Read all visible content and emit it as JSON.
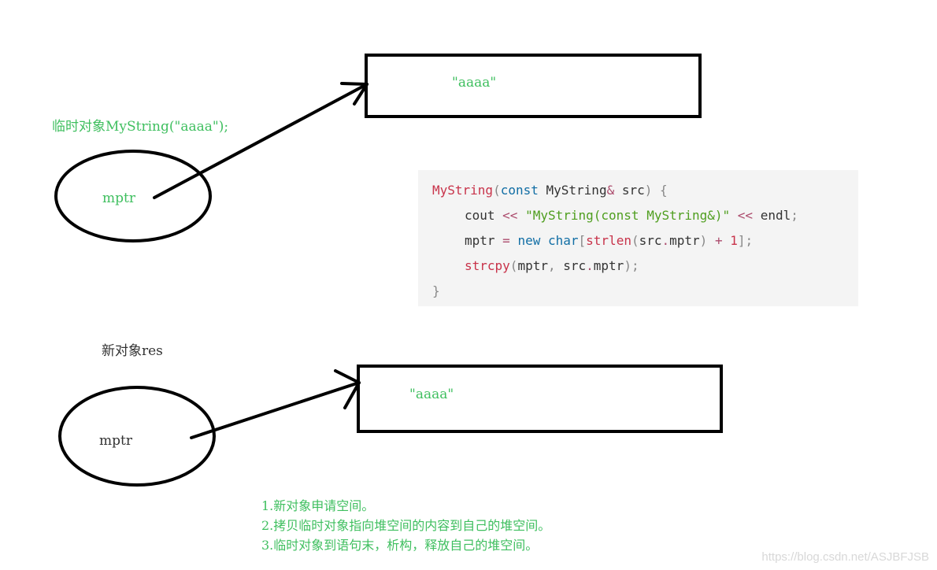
{
  "temp_object": {
    "label": "临时对象MyString(\"aaaa\");",
    "pointer_label": "mptr",
    "heap_content": "\"aaaa\""
  },
  "new_object": {
    "label": "新对象res",
    "pointer_label": "mptr",
    "heap_content": "\"aaaa\""
  },
  "code": {
    "line1": {
      "name": "MyString",
      "paren_open": "(",
      "const": "const",
      "type": " MyString",
      "amp": "&",
      "param": " src",
      "paren_close": ")",
      "brace": " {"
    },
    "line2": {
      "cout": "cout ",
      "op1": "<<",
      "str": " \"MyString(const MyString&)\" ",
      "op2": "<<",
      "endl": " endl",
      "semi": ";"
    },
    "line3": {
      "lhs": "mptr ",
      "eq": "=",
      "new_kw": " new",
      "char_kw": " char",
      "bracket_open": "[",
      "strlen": "strlen",
      "p_open": "(",
      "arg": "src",
      "dot": ".",
      "member": "mptr",
      "p_close": ")",
      "plus": " + ",
      "num": "1",
      "bracket_close": "]",
      "semi": ";"
    },
    "line4": {
      "fn": "strcpy",
      "p_open": "(",
      "arg1": "mptr",
      "comma": ",",
      "arg2": " src",
      "dot": ".",
      "member": "mptr",
      "p_close": ")",
      "semi": ";"
    },
    "line5": {
      "brace": "}"
    }
  },
  "notes": [
    "1.新对象申请空间。",
    "2.拷贝临时对象指向堆空间的内容到自己的堆空间。",
    "3.临时对象到语句末，析构，释放自己的堆空间。"
  ],
  "watermark": "https://blog.csdn.net/ASJBFJSB",
  "colors": {
    "green_text": "#3fbf5f",
    "code_background": "#f4f4f4",
    "stroke": "#000000"
  }
}
